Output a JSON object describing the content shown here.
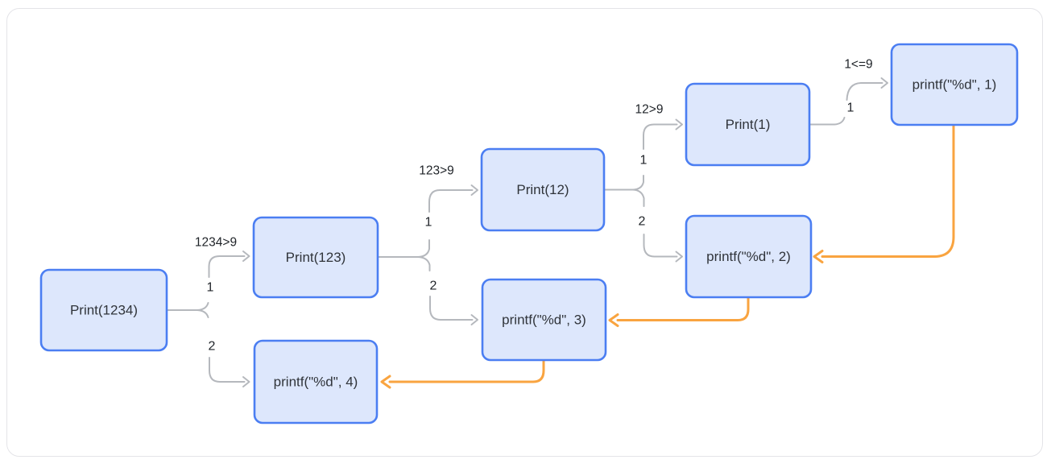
{
  "diagram": {
    "colors": {
      "node_fill": "#dde7fc",
      "node_border": "#4b7ef2",
      "call_edge": "#b5b8bd",
      "return_edge": "#f9a440",
      "node_text": "#30343a",
      "label_text": "#1f2328",
      "container_border": "#e4e4e8",
      "canvas_bg": "#ffffff"
    },
    "nodes": {
      "print_1234": "Print(1234)",
      "print_123": "Print(123)",
      "print_12": "Print(12)",
      "print_1": "Print(1)",
      "printf_1": "printf(\"%d\", 1)",
      "printf_2": "printf(\"%d\", 2)",
      "printf_3": "printf(\"%d\", 3)",
      "printf_4": "printf(\"%d\", 4)"
    },
    "labels": {
      "cond_1234": "1234>9",
      "cond_123": "123>9",
      "cond_12": "12>9",
      "cond_1": "1<=9",
      "f1_b1": "1",
      "f1_b2": "2",
      "f2_b1": "1",
      "f2_b2": "2",
      "f3_b1": "1",
      "f3_b2": "2",
      "f4_b1": "1"
    }
  }
}
